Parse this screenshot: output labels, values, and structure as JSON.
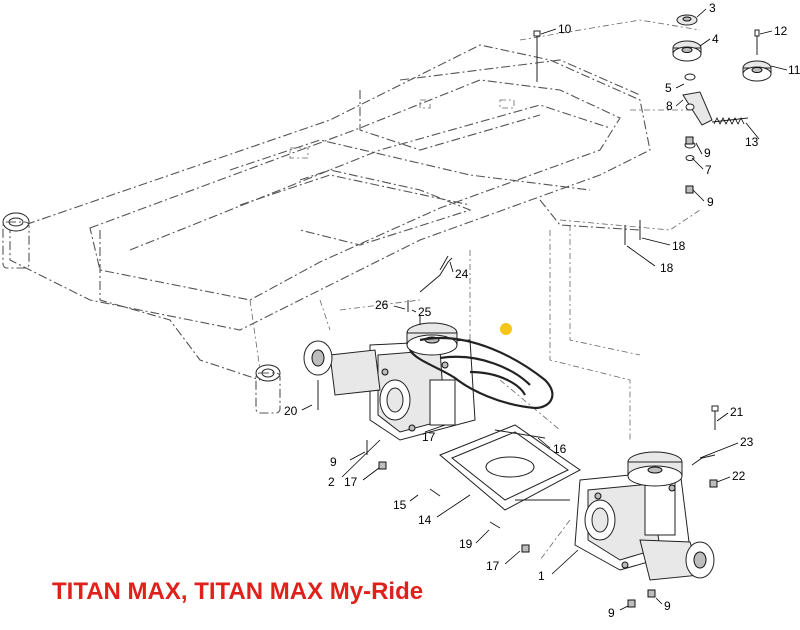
{
  "title": "TITAN MAX, TITAN MAX My-Ride",
  "colors": {
    "title": "#e0201b",
    "marker": "#f5c518",
    "line": "#222222"
  },
  "callouts": [
    "1",
    "2",
    "3",
    "4",
    "5",
    "7",
    "8",
    "9",
    "10",
    "11",
    "12",
    "13",
    "14",
    "15",
    "16",
    "17",
    "18",
    "19",
    "20",
    "21",
    "22",
    "23",
    "24",
    "25",
    "26"
  ]
}
